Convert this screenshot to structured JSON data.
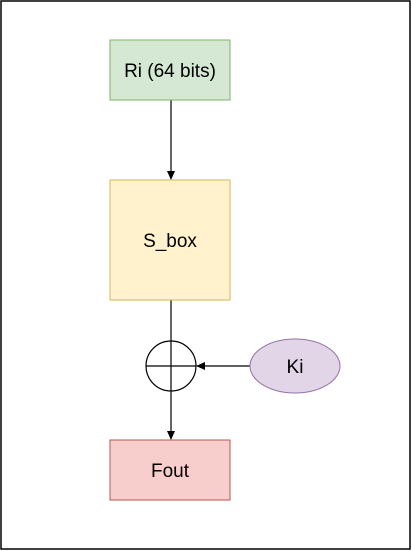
{
  "diagram": {
    "nodes": {
      "ri": {
        "label": "Ri (64 bits)",
        "fill": "#d5e8d4",
        "stroke": "#82b366"
      },
      "sbox": {
        "label": "S_box",
        "fill": "#fff2cc",
        "stroke": "#d6b656"
      },
      "ki": {
        "label": "Ki",
        "fill": "#e1d5e7",
        "stroke": "#9673a6"
      },
      "fout": {
        "label": "Fout",
        "fill": "#f8cecc",
        "stroke": "#b85450"
      }
    },
    "xor_symbol": "xor-circle",
    "colors": {
      "line": "#000000",
      "border": "#000000",
      "background": "#ffffff"
    }
  }
}
